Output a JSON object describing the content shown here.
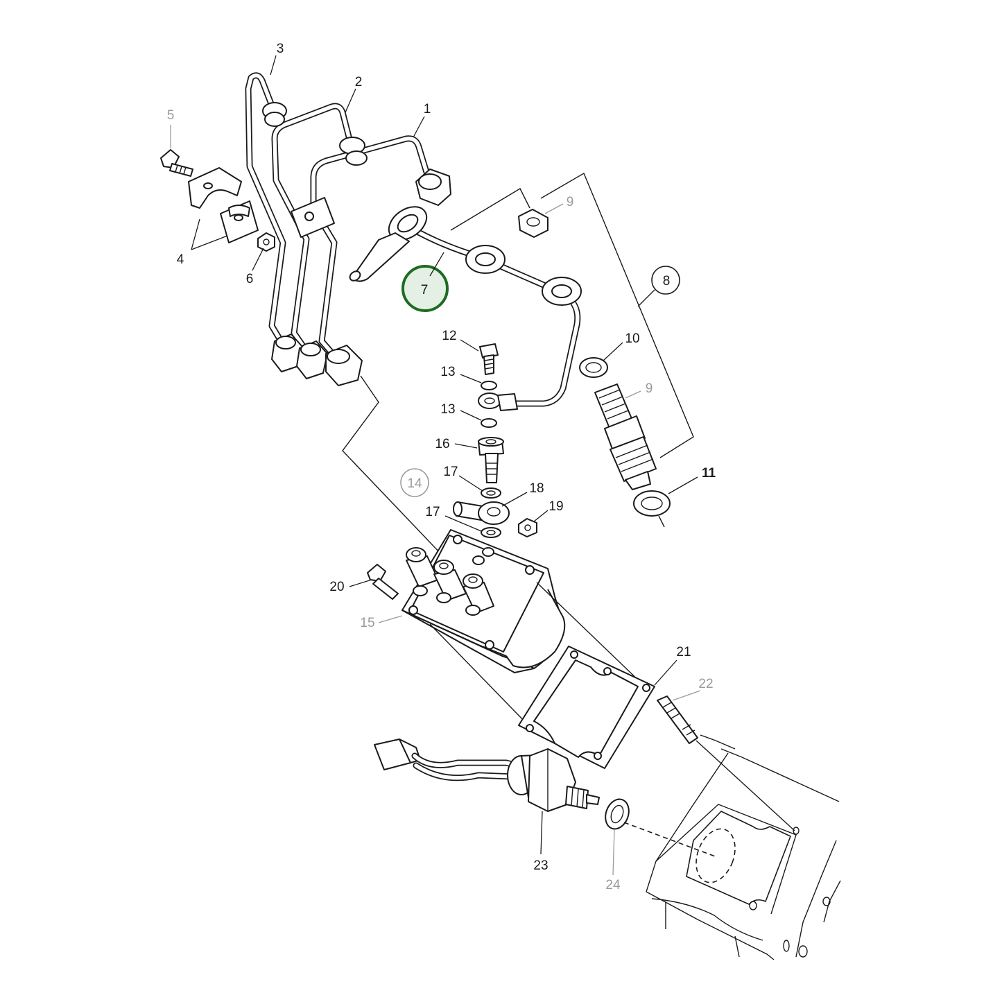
{
  "callouts": [
    {
      "id": "c1",
      "text": "1"
    },
    {
      "id": "c2",
      "text": "2"
    },
    {
      "id": "c3",
      "text": "3"
    },
    {
      "id": "c4",
      "text": "4"
    },
    {
      "id": "c5",
      "text": "5"
    },
    {
      "id": "c6",
      "text": "6"
    },
    {
      "id": "c7",
      "text": "7"
    },
    {
      "id": "c8",
      "text": "8"
    },
    {
      "id": "c9a",
      "text": "9"
    },
    {
      "id": "c9b",
      "text": "9"
    },
    {
      "id": "c10",
      "text": "10"
    },
    {
      "id": "c11",
      "text": "11"
    },
    {
      "id": "c12",
      "text": "12"
    },
    {
      "id": "c13a",
      "text": "13"
    },
    {
      "id": "c13b",
      "text": "13"
    },
    {
      "id": "c14",
      "text": "14"
    },
    {
      "id": "c15",
      "text": "15"
    },
    {
      "id": "c16",
      "text": "16"
    },
    {
      "id": "c17a",
      "text": "17"
    },
    {
      "id": "c17b",
      "text": "17"
    },
    {
      "id": "c18",
      "text": "18"
    },
    {
      "id": "c19",
      "text": "19"
    },
    {
      "id": "c20",
      "text": "20"
    },
    {
      "id": "c21",
      "text": "21"
    },
    {
      "id": "c22",
      "text": "22"
    },
    {
      "id": "c23",
      "text": "23"
    },
    {
      "id": "c24",
      "text": "24"
    }
  ],
  "highlight": {
    "callout": "7",
    "color": "#1e6b22",
    "fill": "#e3f0e3"
  },
  "colors": {
    "line": "#1a1a1a",
    "muted_label": "#9a9a9a",
    "background": "#ffffff"
  }
}
